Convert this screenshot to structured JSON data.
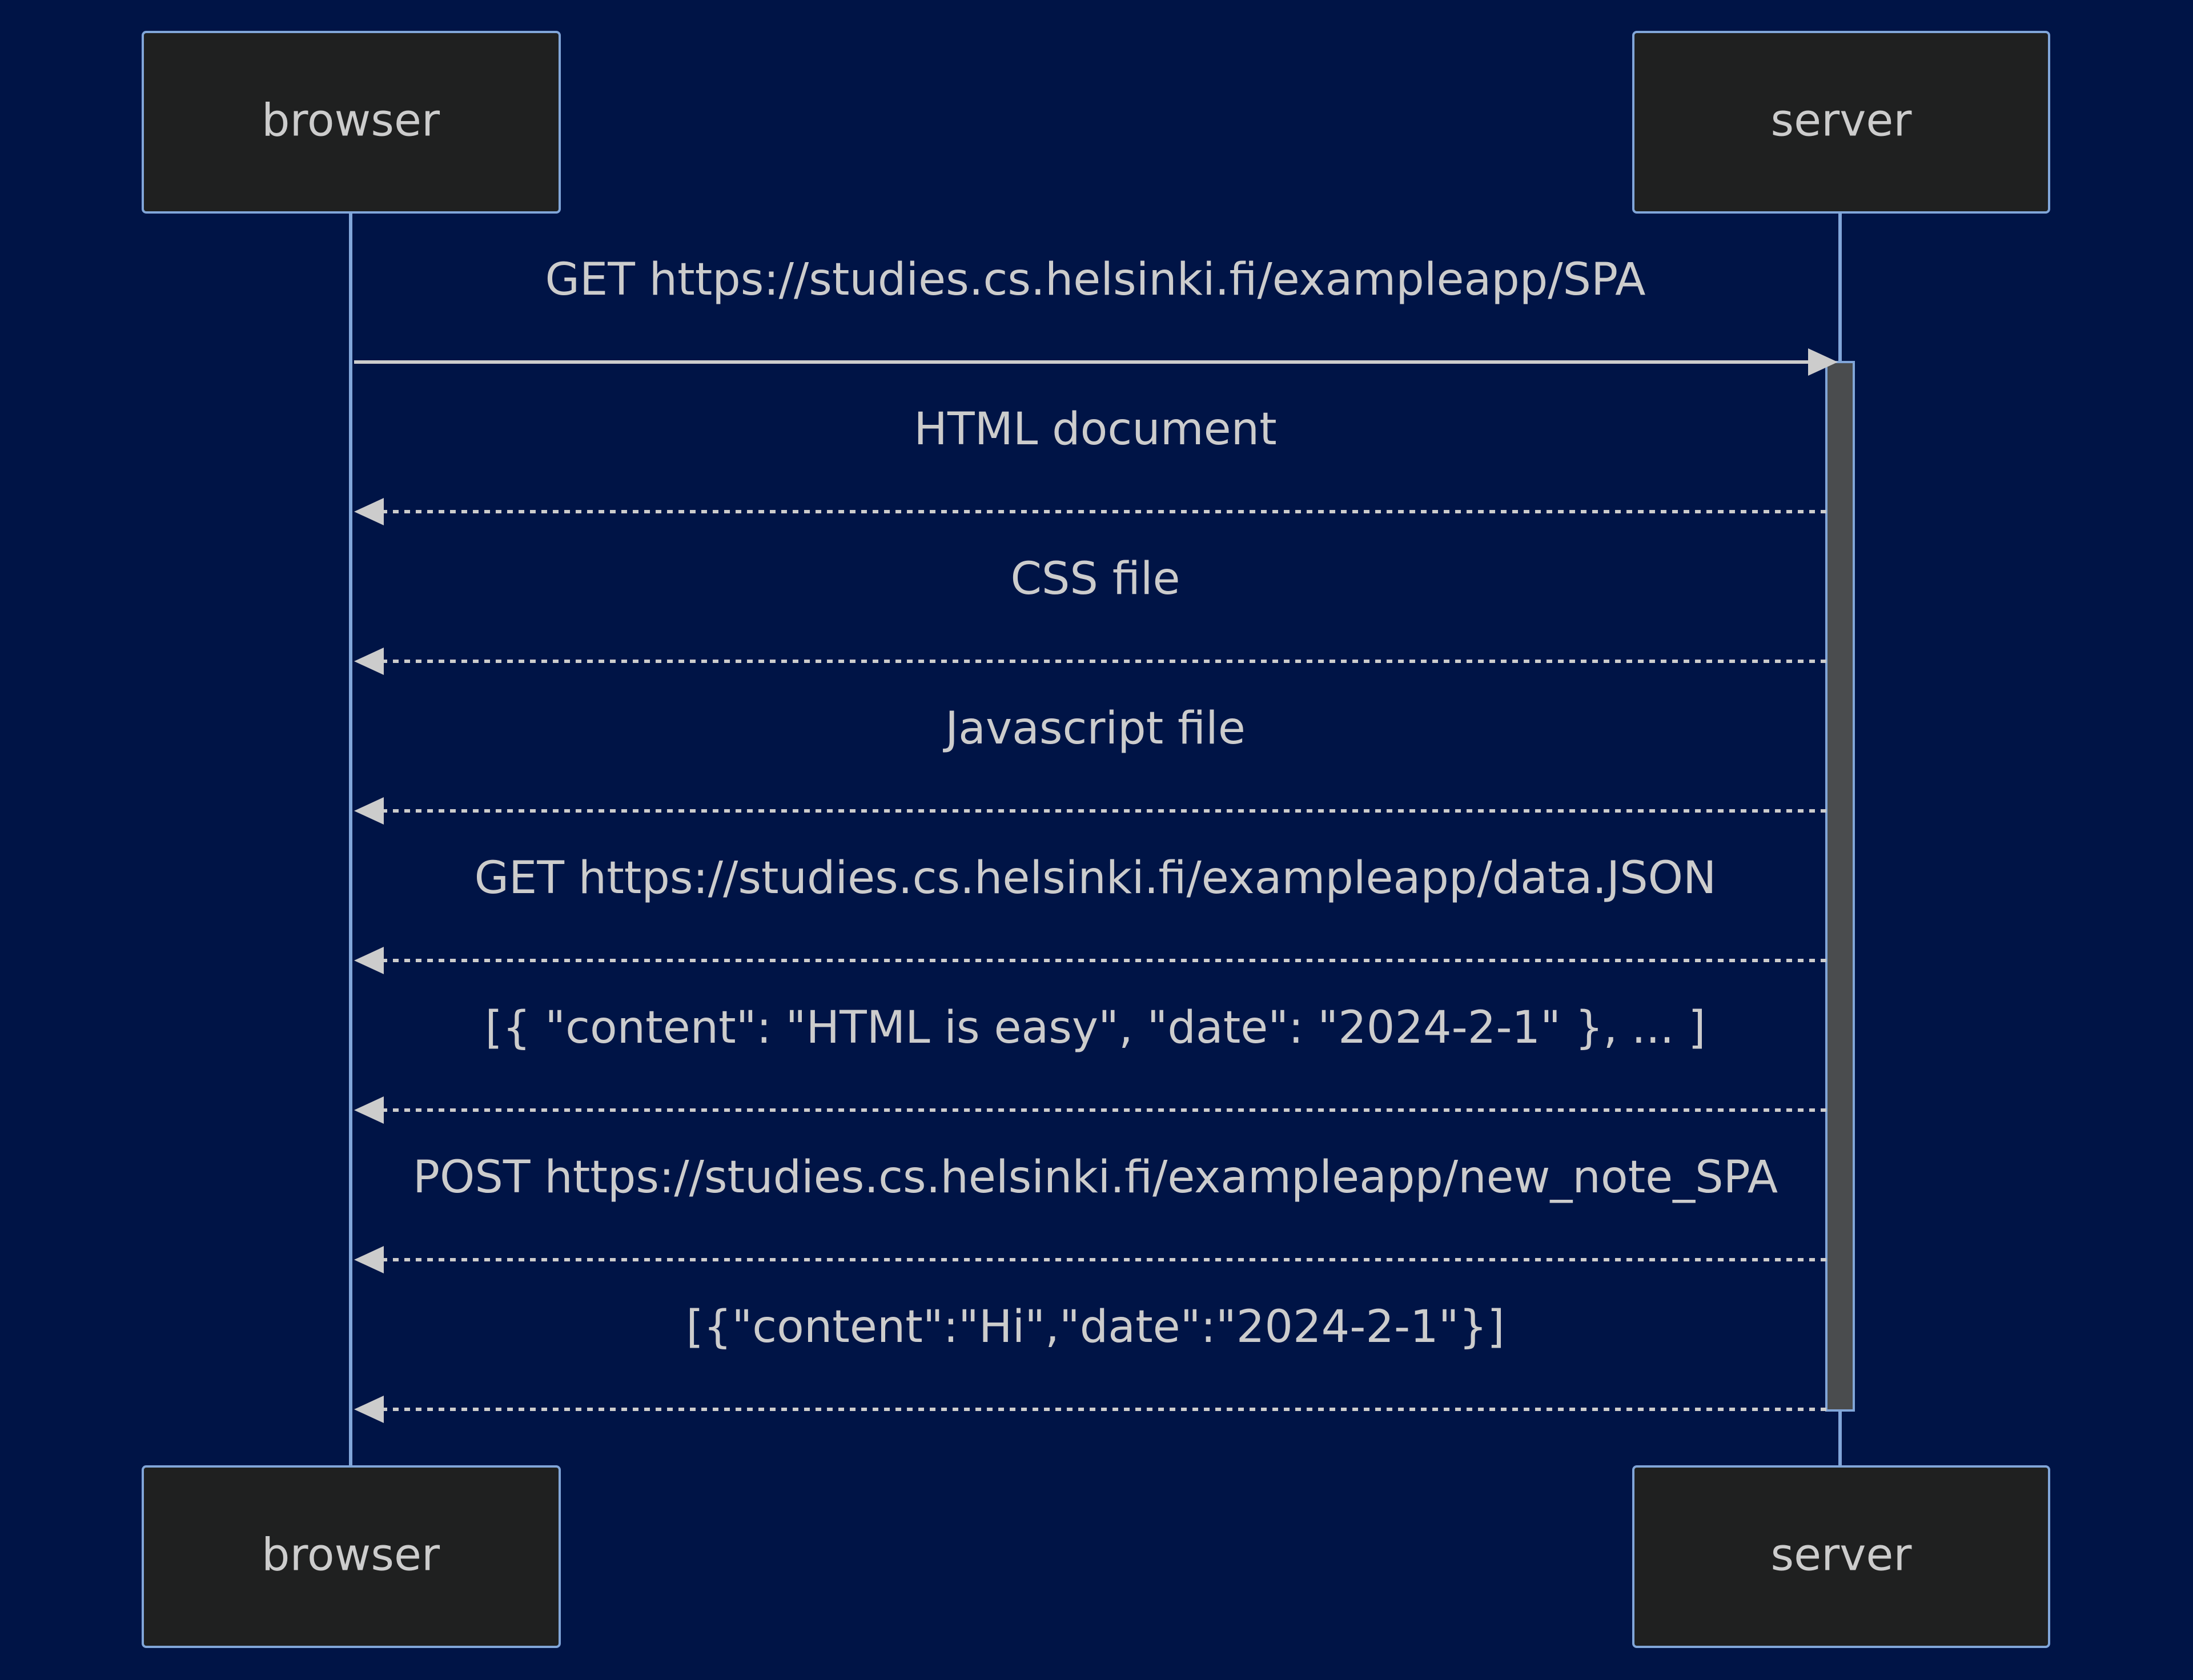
{
  "participants": [
    {
      "id": "browser",
      "label": "browser"
    },
    {
      "id": "server",
      "label": "server"
    }
  ],
  "messages": [
    {
      "from": "browser",
      "to": "server",
      "label": "GET https://studies.cs.helsinki.fi/exampleapp/SPA",
      "style": "solid"
    },
    {
      "from": "server",
      "to": "browser",
      "label": "HTML document",
      "style": "dashed"
    },
    {
      "from": "server",
      "to": "browser",
      "label": "CSS file",
      "style": "dashed"
    },
    {
      "from": "server",
      "to": "browser",
      "label": "Javascript file",
      "style": "dashed"
    },
    {
      "from": "server",
      "to": "browser",
      "label": "GET https://studies.cs.helsinki.fi/exampleapp/data.JSON",
      "style": "dashed"
    },
    {
      "from": "server",
      "to": "browser",
      "label": "[{ \"content\": \"HTML is easy\", \"date\": \"2024-2-1\" }, ... ]",
      "style": "dashed"
    },
    {
      "from": "server",
      "to": "browser",
      "label": "POST https://studies.cs.helsinki.fi/exampleapp/new_note_SPA",
      "style": "dashed"
    },
    {
      "from": "server",
      "to": "browser",
      "label": "[{\"content\":\"Hi\",\"date\":\"2024-2-1\"}]",
      "style": "dashed"
    }
  ],
  "activation": {
    "participant": "server",
    "from_message": 0,
    "to_message": 7
  },
  "colors": {
    "background": "#001446",
    "actor_fill": "#1f2020",
    "actor_border": "#81a6d9",
    "lifeline": "#81a6d9",
    "text": "#cccccc",
    "activation_fill": "#4a4c4e"
  }
}
